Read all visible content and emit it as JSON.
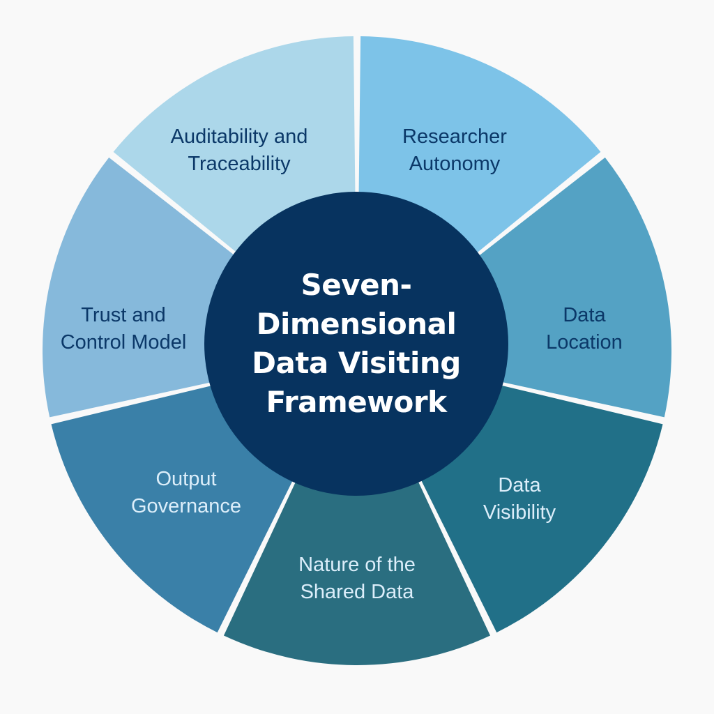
{
  "diagram": {
    "center": {
      "title_lines": [
        "Seven-",
        "Dimensional",
        "Data Visiting",
        "Framework"
      ],
      "color": "#07335f",
      "text_color": "#ffffff"
    },
    "segments": [
      {
        "id": "researcher-autonomy",
        "lines": [
          "Researcher",
          "Autonomy"
        ],
        "color": "#7dc3e8",
        "text_color": "#0b3868"
      },
      {
        "id": "data-location",
        "lines": [
          "Data",
          "Location"
        ],
        "color": "#54a2c4",
        "text_color": "#0b3868"
      },
      {
        "id": "data-visibility",
        "lines": [
          "Data",
          "Visibility"
        ],
        "color": "#217088",
        "text_color": "#dceefa"
      },
      {
        "id": "nature-of-the-shared-data",
        "lines": [
          "Nature of the",
          "Shared Data"
        ],
        "color": "#2a6e80",
        "text_color": "#dceefa"
      },
      {
        "id": "output-governance",
        "lines": [
          "Output",
          "Governance"
        ],
        "color": "#3a80a8",
        "text_color": "#dceefa"
      },
      {
        "id": "trust-and-control-model",
        "lines": [
          "Trust and",
          "Control Model"
        ],
        "color": "#86b9db",
        "text_color": "#0b3868"
      },
      {
        "id": "auditability-and-traceability",
        "lines": [
          "Auditability and",
          "Traceability"
        ],
        "color": "#acd7ea",
        "text_color": "#0b3868"
      }
    ],
    "gap_color": "#f9f9f9"
  }
}
